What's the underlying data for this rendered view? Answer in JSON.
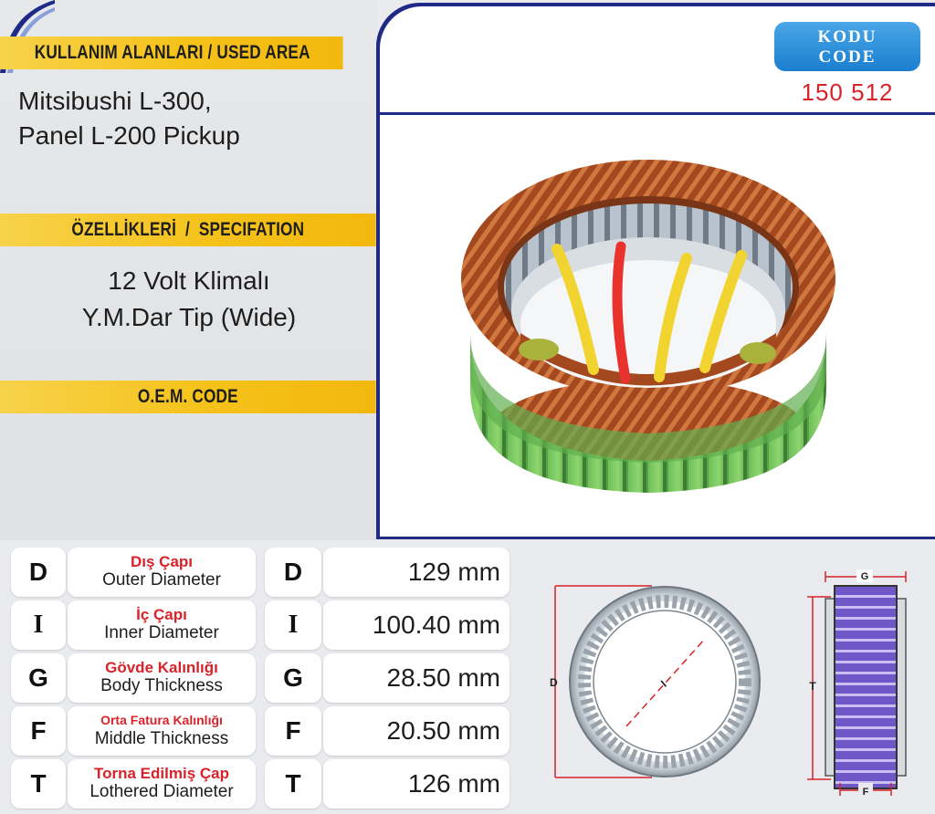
{
  "used_area": {
    "heading": "KULLANIM ALANLARI / USED AREA",
    "lines": [
      "Mitsibushi L-300,",
      "Panel L-200 Pickup"
    ]
  },
  "specification": {
    "heading": "ÖZELLİKLERİ  /  SPECIFATION",
    "lines": [
      "12 Volt Klimalı",
      "Y.M.Dar Tip (Wide)"
    ]
  },
  "oem": {
    "heading": "O.E.M. CODE"
  },
  "code": {
    "label_tr": "KODU",
    "label_en": "CODE",
    "value": "150 512"
  },
  "dimensions": [
    {
      "letter": "D",
      "name_tr": "Dış Çapı",
      "name_en": "Outer Diameter",
      "value": "129 mm"
    },
    {
      "letter": "I",
      "name_tr": "İç Çapı",
      "name_en": "Inner Diameter",
      "value": "100.40 mm"
    },
    {
      "letter": "G",
      "name_tr": "Gövde Kalınlığı",
      "name_en": "Body Thickness",
      "value": "28.50 mm"
    },
    {
      "letter": "F",
      "name_tr": "Orta Fatura Kalınlığı",
      "name_en": "Middle Thickness",
      "value": "20.50 mm"
    },
    {
      "letter": "T",
      "name_tr": "Torna Edilmiş Çap",
      "name_en": "Lothered Diameter",
      "value": "126 mm"
    }
  ],
  "diagram": {
    "circle_labels": {
      "outer": "D",
      "inner": "I"
    },
    "side_labels": {
      "top": "G",
      "left": "T",
      "bottom": "F"
    }
  },
  "colors": {
    "band_yellow": "#f5c21a",
    "accent_red": "#d8232a",
    "navy_border": "#1f2a86",
    "badge_blue": "#1b7fd0"
  }
}
